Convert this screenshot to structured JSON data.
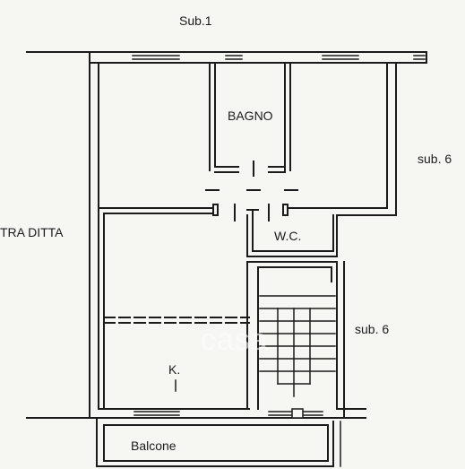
{
  "labels": {
    "sub1": "Sub.1",
    "sub6_top": "sub. 6",
    "sub6_bottom": "sub. 6",
    "left_neighbor": "TRA DITTA",
    "bagno": "BAGNO",
    "wc": "W.C.",
    "kitchen": "K.",
    "balcone": "Balcone"
  },
  "watermark": "casa",
  "colors": {
    "line": "#1b1b1b",
    "background": "#f6f6f3"
  }
}
